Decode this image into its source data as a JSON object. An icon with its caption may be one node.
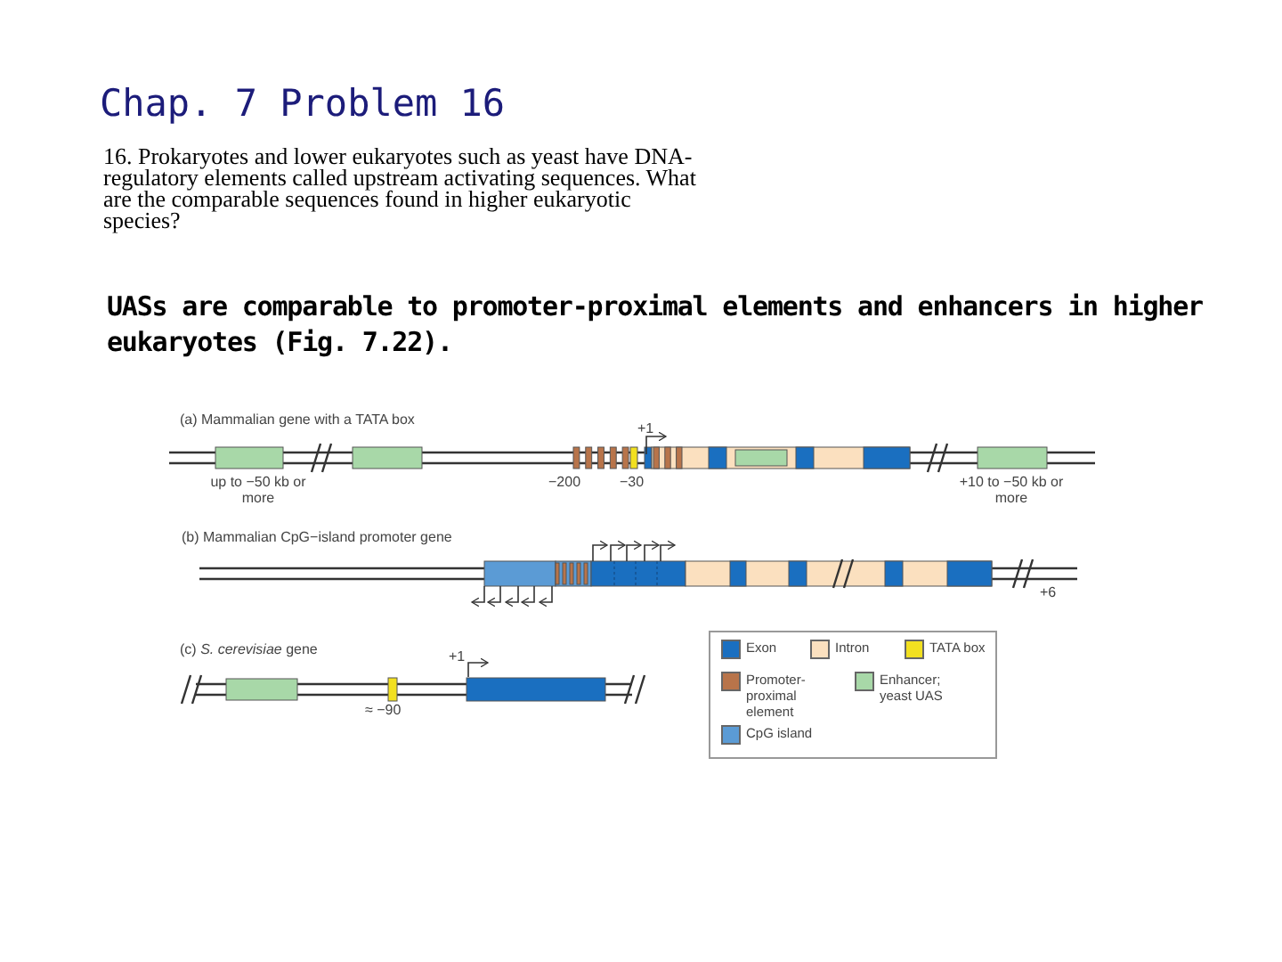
{
  "diagram": {
    "title": "Chap. 7 Problem 16",
    "labels": [
      "16. Prokaryotes and lower eukaryotes such as yeast have DNA-regulatory elements called upstream activating sequences. What are the comparable sequences found in higher eukaryotic species?",
      "UASs are comparable to promoter-proximal elements and enhancers in higher eukaryotes (Fig. 7.22).",
      "(a) Mammalian gene with a TATA box",
      "+1",
      "up to −50 kb or more",
      "−200",
      "−30",
      "+10 to −50 kb or more",
      "(b) Mammalian CpG−island promoter gene",
      "+6",
      "(c) *S. cerevisiae* gene",
      "+1",
      "≈ −90"
    ],
    "legend": [
      {
        "text": "Exon",
        "color": "#1a6fc0"
      },
      {
        "text": "Intron",
        "color": "#fbe0bf"
      },
      {
        "text": "TATA box",
        "color": "#f2e020"
      },
      {
        "text": "Promoter-proximal element",
        "color": "#b8744a"
      },
      {
        "text": "Enhancer; yeast UAS",
        "color": "#a8d8a8"
      },
      {
        "text": "CpG island",
        "color": "#5b9bd5"
      }
    ]
  }
}
